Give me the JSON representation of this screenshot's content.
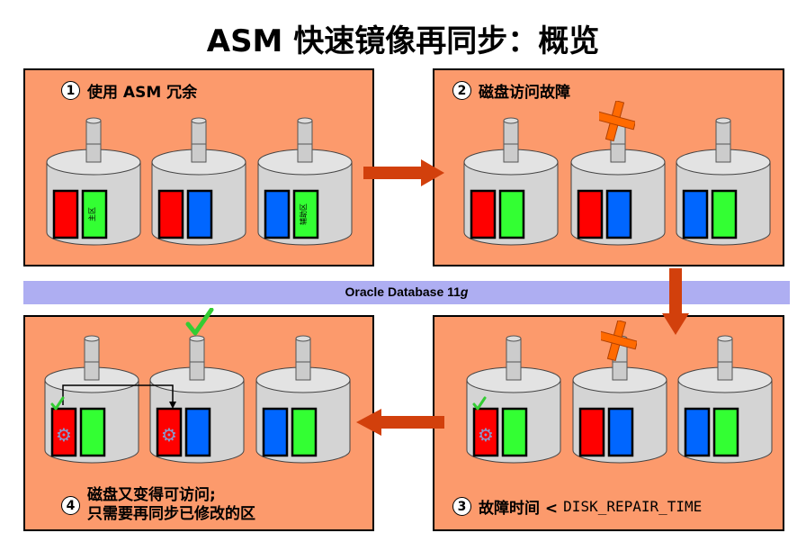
{
  "title": "ASM 快速镜像再同步：概览",
  "banner": {
    "prefix": "Oracle Database 11",
    "suffix": "g"
  },
  "panels": [
    {
      "number": "1",
      "label": "使用 ASM 冗余"
    },
    {
      "number": "2",
      "label": "磁盘访问故障"
    },
    {
      "number": "3",
      "label_prefix": "故障时间 <",
      "label_code": "DISK_REPAIR_TIME"
    },
    {
      "number": "4",
      "label_line1": "磁盘又变得可访问;",
      "label_line2": "只需要再同步已修改的区"
    }
  ],
  "extent_labels": {
    "primary": "主区",
    "secondary": "辅助区"
  },
  "colors": {
    "panel": "#fc9a6c",
    "disk": "#d4d4d4",
    "red": "#ff0000",
    "green": "#33ff33",
    "blue": "#0066ff",
    "arrow": "#d2400c",
    "banner": "#aeaef2",
    "check": "#33cc33",
    "cross": "#ff6a00"
  },
  "icons": [
    "arrow-right-icon",
    "arrow-down-icon",
    "arrow-left-icon",
    "failure-cross-icon",
    "check-mark-icon",
    "gear-icon"
  ]
}
